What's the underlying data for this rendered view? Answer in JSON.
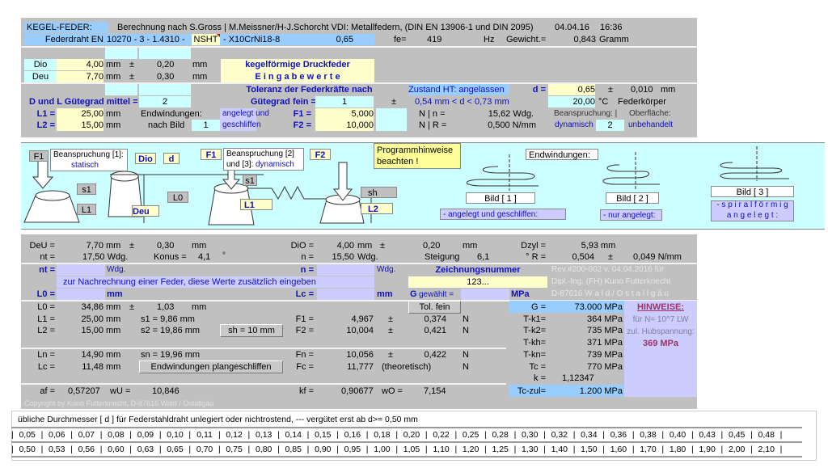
{
  "header": {
    "title": "KEGEL-FEDER:",
    "subtitle": "Berechnung nach S.Gross | M.Meissner/H-J.Schorcht VDI: Metallfedern, (DIN EN 13906-1 und DIN 2095)",
    "date": "04.04.16",
    "time": "16:36",
    "wire_label": "Federdraht EN",
    "wire_std": "10270 - 3 - 1.4310 -",
    "wire_grade": "NSHT",
    "wire_material": "- X10CrNi18-8",
    "wire_d": "0,65",
    "fe_label": "fe=",
    "fe_value": "419",
    "fe_unit": "Hz",
    "weight_label": "Gewicht.=",
    "weight_value": "0,843",
    "weight_unit": "Gramm"
  },
  "inputs": {
    "dio_label": "Dio",
    "dio_value": "4,00",
    "dio_tol": "0,20",
    "deu_label": "Deu",
    "deu_value": "7,70",
    "deu_tol": "0,30",
    "mm": "mm",
    "pm": "±",
    "title1": "kegelförmige Druckfeder",
    "title2": "E i n g a b e w e r t e",
    "tol_title": "Toleranz der Federkräfte nach",
    "state": "Zustand HT: angelassen",
    "d_label": "d =",
    "d_value": "0,65",
    "d_tol": "0,010",
    "grade_dl_label": "D und L Gütegrad mittel =",
    "grade_dl": "2",
    "grade_f_label": "Gütegrad fein =",
    "grade_f": "1",
    "d_range": "0,54 mm < d < 0,73 mm",
    "temp": "20,00",
    "temp_unit": "°C",
    "temp_label": "Federkörper",
    "l1_label": "L1 =",
    "l1_value": "25,00",
    "l2_label": "L2 =",
    "l2_value": "15,00",
    "endw_label": "Endwindungen:",
    "bild_label": "nach Bild",
    "bild_value": "1",
    "endw_text1": "angelegt und",
    "endw_text2": "geschliffen",
    "f1_label": "F1 =",
    "f1_value": "5,000",
    "f2_label": "F2 =",
    "f2_value": "10,000",
    "n_text": "N  |  n =",
    "n_value": "15,62 Wdg.",
    "r_text": "N  |  R =",
    "r_value": "0,500 N/mm",
    "load_label": "Beanspruchung: |",
    "load_type": "dynamisch",
    "load_value": "2",
    "surface_label": "Oberfläche:",
    "surface_value": "unbehandelt"
  },
  "diagram": {
    "f1": "F1",
    "load1_title": "Beanspruchung [1]:",
    "load1_type": "statisch",
    "dio": "Dio",
    "d": "d",
    "s1": "s1",
    "l1": "L1",
    "deu": "Deu",
    "l0": "L0",
    "f1b": "F1",
    "load2_title": "Beanspruchung [2]",
    "load2_type_prefix": "und [3]:",
    "load2_type": "dynamisch",
    "s1b": "s1",
    "l1b": "L1",
    "f2": "F2",
    "sh": "sh",
    "l2": "L2",
    "hint": "Programmhinweise beachten !",
    "endw": "Endwindungen:",
    "bild1": "Bild [ 1 ]",
    "bild2": "Bild [ 2 ]",
    "bild3": "Bild [ 3 ]",
    "bild1_desc": "- angelegt und geschliffen:",
    "bild2_desc": "- nur angelegt:",
    "bild3_desc1": "- s p i r a l f ö r m i g",
    "bild3_desc2": "a n g e l e g t :"
  },
  "results": {
    "deu_label": "DeU =",
    "deu": "7,70",
    "deu_tol": "0,30",
    "dio_label": "DiO =",
    "dio": "4,00",
    "dio_tol": "0,20",
    "dzyl_label": "Dzyl =",
    "dzyl": "5,93",
    "nt_label": "nt =",
    "nt": "17,50 Wdg.",
    "konus_label": "Konus =",
    "konus": "4,1",
    "deg": "°",
    "n_label": "n =",
    "n": "15,50",
    "wdg": "Wdg.",
    "steig_label": "Steigung",
    "steig": "6,1",
    "r_label": "°  R =",
    "r": "0,504",
    "r_tol": "0,049 N/mm",
    "nt_in_label": "nt =",
    "n_in_label": "n =",
    "drawing_label": "Zeichnungsnummer",
    "recalc_text": "zur Nachrechnung einer Feder, diese Werte zusätzlich eingeben",
    "drawing_no": "123...",
    "l0_in_label": "L0 =",
    "lc_in_label": "Lc =",
    "g_label": "G",
    "g_sub": "gewählt =",
    "mpa": "MPa",
    "rev1": "Rev.#200-002 v. 04.04.2016  für",
    "rev2": "Dipl.-Ing. (FH) Kuno Futterknecht",
    "rev3": "D-87616  W a l d / O s t a l l g ä u",
    "l0_label": "L0 =",
    "l0": "34,86",
    "l0_tol": "1,03",
    "tol_button": "Tol. fein",
    "g_res_label": "G =",
    "g_res": "73.000 MPa",
    "l1_label": "L1 =",
    "l1": "25,00",
    "s1": "s1 = 9,86 mm",
    "f1_label": "F1 =",
    "f1": "4,967",
    "f1_tol": "0,374",
    "tk1_label": "T-k1=",
    "tk1": "364 MPa",
    "l2_label": "L2 =",
    "l2": "15,00",
    "s2": "s2 = 19,86 mm",
    "sh_button": "sh = 10 mm",
    "f2_label": "F2 =",
    "f2": "10,004",
    "f2_tol": "0,421",
    "tk2_label": "T-k2=",
    "tk2": "735 MPa",
    "tkh_label": "T-kh=",
    "tkh": "371 MPa",
    "n_unit": "N",
    "ln_label": "Ln =",
    "ln": "14,90",
    "sn": "sn = 19,96 mm",
    "fn_label": "Fn =",
    "fn": "10,056",
    "fn_tol": "0,422",
    "tkn_label": "T-kn=",
    "tkn": "739 MPa",
    "lc_label": "Lc =",
    "lc": "11,48",
    "endw_button": "Endwindungen plangeschliffen",
    "fc_label": "Fc =",
    "fc": "11,777",
    "fc_note": "(theoretisch)",
    "tc_label": "Tc  =",
    "tc": "770 MPa",
    "k_label": "k =",
    "k": "1,12347",
    "af_label": "af =",
    "af": "0,57207",
    "wu_label": "wU =",
    "wu": "10,846",
    "kf_label": "kf =",
    "kf": "0,90677",
    "wo_label": "wO =",
    "wo": "7,154",
    "tczul_label": "Tc-zul=",
    "tczul": "1.200 MPa",
    "hint_title": "HINWEISE:",
    "hint1": "für N= 10^7 LW",
    "hint2": "zul. Hubspannung:",
    "hint3": "369 MPa",
    "copyright": "Copyright by Kuno Futterknecht, D-87616 Wald / Ostallgäu"
  },
  "diameters": {
    "title": "übliche Durchmesser [ d ] für Federstahldraht unlegiert oder nichtrostend, --- vergütet erst ab d>= 0,50 mm",
    "row1": [
      "0,05",
      "0,06",
      "0,07",
      "0,08",
      "0,09",
      "0,10",
      "0,11",
      "0,12",
      "0,13",
      "0,14",
      "0,15",
      "0,16",
      "0,18",
      "0,20",
      "0,22",
      "0,25",
      "0,28",
      "0,30",
      "0,32",
      "0,34",
      "0,36",
      "0,38",
      "0,40",
      "0,43",
      "0,45",
      "0,48"
    ],
    "row2": [
      "0,50",
      "0,53",
      "0,56",
      "0,60",
      "0,63",
      "0,65",
      "0,70",
      "0,75",
      "0,80",
      "0,85",
      "0,90",
      "0,95",
      "1,00",
      "1,05",
      "1,10",
      "1,20",
      "1,25",
      "1,30",
      "1,40",
      "1,50",
      "1,60",
      "1,70",
      "1,80",
      "1,90",
      "2,00",
      "2,10"
    ]
  },
  "colors": {
    "panel": "#c0c0c0",
    "input_yellow": "#ffffcc",
    "input_cyan": "#ccffff",
    "label_blue": "#99ccff",
    "lavender": "#ccccff",
    "diagram_bg": "#ccffff"
  }
}
